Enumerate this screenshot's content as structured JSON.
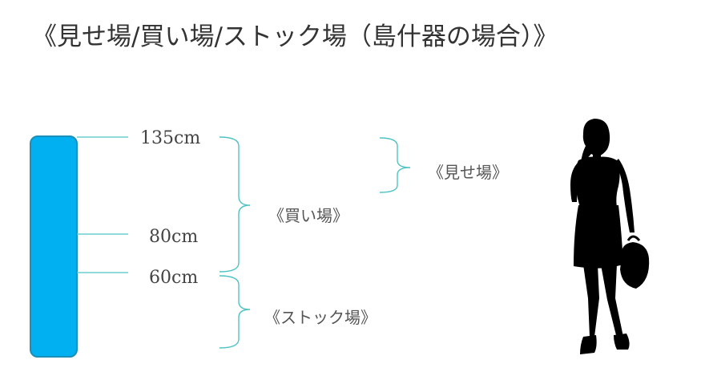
{
  "title": "《見せ場/買い場/ストック場（島什器の場合）》",
  "heights": {
    "top": "135cm",
    "middle": "80cm",
    "bottom": "60cm"
  },
  "zones": {
    "show": "《見せ場》",
    "buy": "《買い場》",
    "stock": "《ストック場》"
  },
  "colors": {
    "fixture_fill": "#00b0f0",
    "fixture_stroke": "#1b8fb8",
    "line": "#4fc3c3",
    "silhouette": "#000000"
  }
}
